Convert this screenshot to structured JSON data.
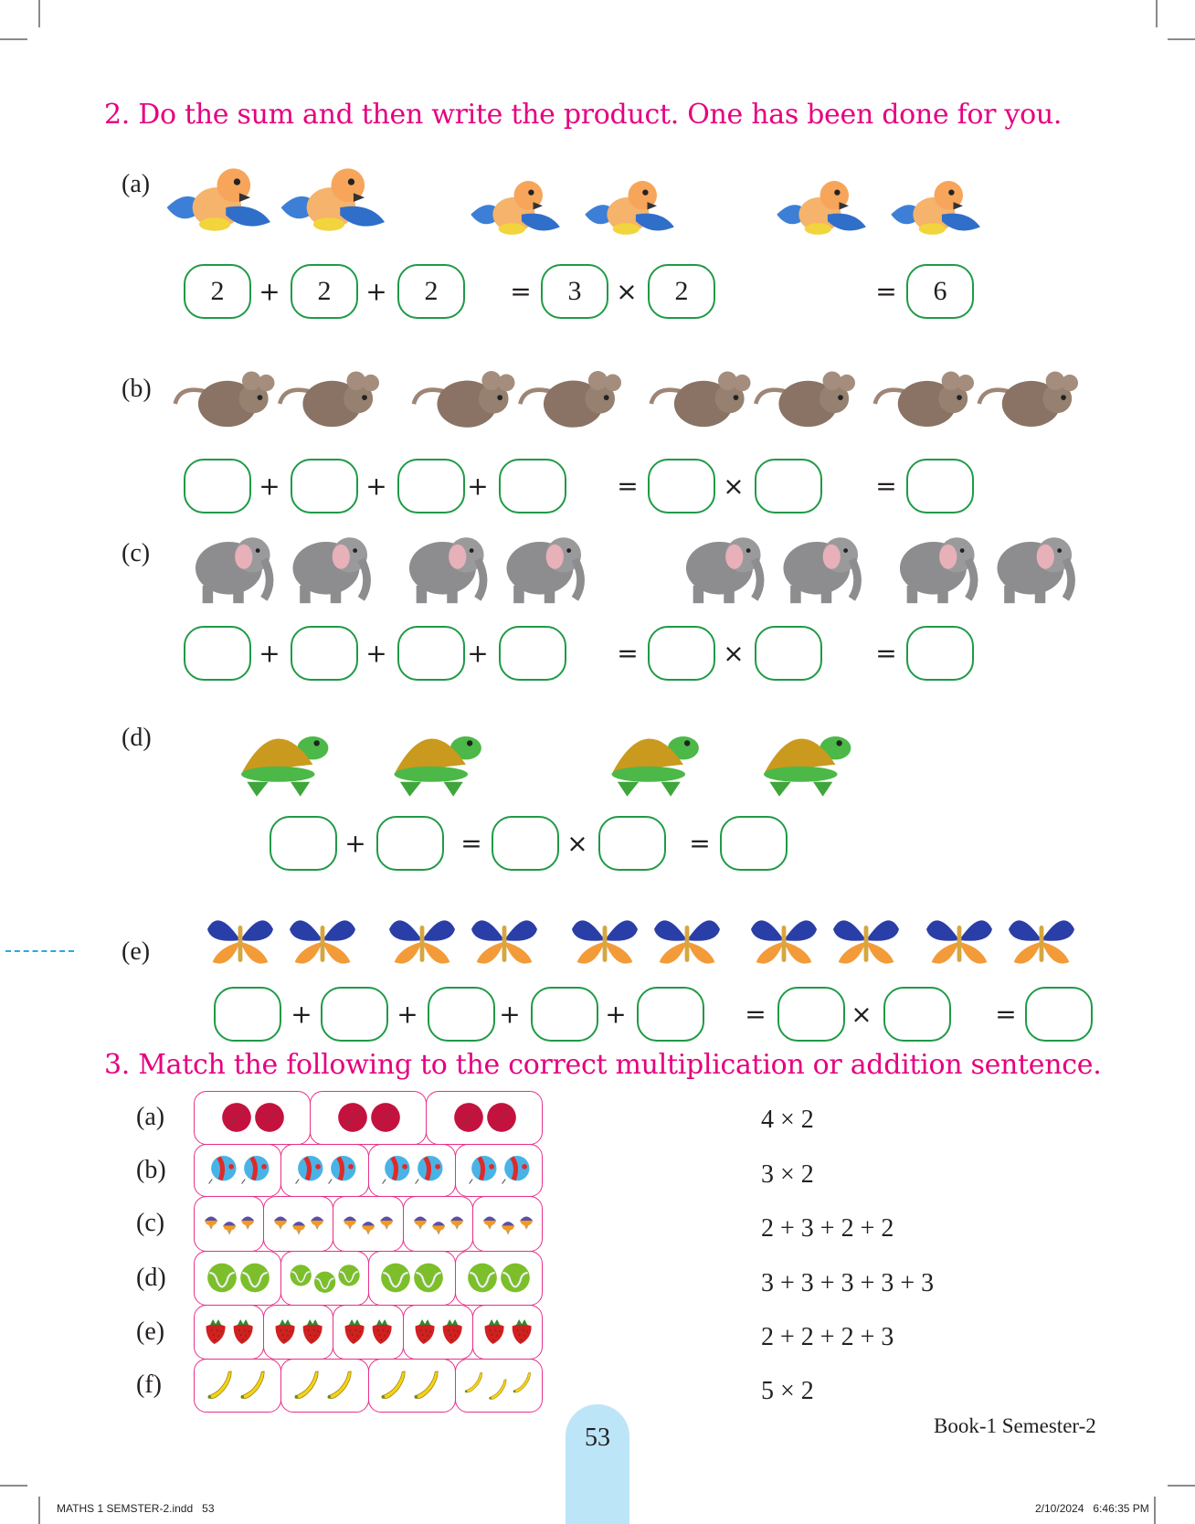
{
  "q2": {
    "title": "2. Do the sum and then write the product. One has been done for you.",
    "rows": [
      {
        "label": "(a)",
        "picture": "bird-icon",
        "groups": [
          2,
          2,
          2
        ],
        "items": [
          {
            "t": "box",
            "v": "2"
          },
          {
            "t": "op",
            "v": "+"
          },
          {
            "t": "box",
            "v": "2"
          },
          {
            "t": "op",
            "v": "+"
          },
          {
            "t": "box",
            "v": "2"
          },
          {
            "t": "op",
            "v": "="
          },
          {
            "t": "box",
            "v": "3"
          },
          {
            "t": "op",
            "v": "×"
          },
          {
            "t": "box",
            "v": "2"
          },
          {
            "t": "op",
            "v": "="
          },
          {
            "t": "box",
            "v": "6"
          }
        ]
      },
      {
        "label": "(b)",
        "picture": "mouse-icon",
        "groups": [
          2,
          2,
          2,
          2
        ],
        "items": [
          {
            "t": "box",
            "v": ""
          },
          {
            "t": "op",
            "v": "+"
          },
          {
            "t": "box",
            "v": ""
          },
          {
            "t": "op",
            "v": "+"
          },
          {
            "t": "box",
            "v": ""
          },
          {
            "t": "op",
            "v": "+"
          },
          {
            "t": "box",
            "v": ""
          },
          {
            "t": "op",
            "v": "="
          },
          {
            "t": "box",
            "v": ""
          },
          {
            "t": "op",
            "v": "×"
          },
          {
            "t": "box",
            "v": ""
          },
          {
            "t": "op",
            "v": "="
          },
          {
            "t": "box",
            "v": ""
          }
        ]
      },
      {
        "label": "(c)",
        "picture": "elephant-icon",
        "groups": [
          2,
          2,
          2,
          2
        ],
        "items": [
          {
            "t": "box",
            "v": ""
          },
          {
            "t": "op",
            "v": "+"
          },
          {
            "t": "box",
            "v": ""
          },
          {
            "t": "op",
            "v": "+"
          },
          {
            "t": "box",
            "v": ""
          },
          {
            "t": "op",
            "v": "+"
          },
          {
            "t": "box",
            "v": ""
          },
          {
            "t": "op",
            "v": "="
          },
          {
            "t": "box",
            "v": ""
          },
          {
            "t": "op",
            "v": "×"
          },
          {
            "t": "box",
            "v": ""
          },
          {
            "t": "op",
            "v": "="
          },
          {
            "t": "box",
            "v": ""
          }
        ]
      },
      {
        "label": "(d)",
        "picture": "turtle-icon",
        "groups": [
          2,
          2
        ],
        "items": [
          {
            "t": "box",
            "v": ""
          },
          {
            "t": "op",
            "v": "+"
          },
          {
            "t": "box",
            "v": ""
          },
          {
            "t": "op",
            "v": "="
          },
          {
            "t": "box",
            "v": ""
          },
          {
            "t": "op",
            "v": "×"
          },
          {
            "t": "box",
            "v": ""
          },
          {
            "t": "op",
            "v": "="
          },
          {
            "t": "box",
            "v": ""
          }
        ]
      },
      {
        "label": "(e)",
        "picture": "butterfly-icon",
        "groups": [
          2,
          2,
          2,
          2,
          2
        ],
        "items": [
          {
            "t": "box",
            "v": ""
          },
          {
            "t": "op",
            "v": "+"
          },
          {
            "t": "box",
            "v": ""
          },
          {
            "t": "op",
            "v": "+"
          },
          {
            "t": "box",
            "v": ""
          },
          {
            "t": "op",
            "v": "+"
          },
          {
            "t": "box",
            "v": ""
          },
          {
            "t": "op",
            "v": "+"
          },
          {
            "t": "box",
            "v": ""
          },
          {
            "t": "op",
            "v": "="
          },
          {
            "t": "box",
            "v": ""
          },
          {
            "t": "op",
            "v": "×"
          },
          {
            "t": "box",
            "v": ""
          },
          {
            "t": "op",
            "v": "="
          },
          {
            "t": "box",
            "v": ""
          }
        ]
      }
    ]
  },
  "q3": {
    "title": "3. Match the following to the correct multiplication or addition sentence.",
    "rows": [
      {
        "label": "(a)",
        "picture": "cricket-ball-icon",
        "groups": [
          2,
          2,
          2
        ]
      },
      {
        "label": "(b)",
        "picture": "balloon-icon",
        "groups": [
          2,
          2,
          2,
          2
        ]
      },
      {
        "label": "(c)",
        "picture": "spinning-top-icon",
        "groups": [
          3,
          3,
          3,
          3,
          3
        ]
      },
      {
        "label": "(d)",
        "picture": "tennis-ball-icon",
        "groups": [
          2,
          3,
          2,
          2
        ]
      },
      {
        "label": "(e)",
        "picture": "strawberry-icon",
        "groups": [
          2,
          2,
          2,
          2,
          2
        ]
      },
      {
        "label": "(f)",
        "picture": "banana-icon",
        "groups": [
          2,
          2,
          2,
          3
        ]
      }
    ],
    "sentences": [
      "4 × 2",
      "3 × 2",
      "2 + 3 + 2 + 2",
      "3 + 3 + 3 + 3 + 3",
      "2 + 2 + 2 + 3",
      "5 × 2"
    ]
  },
  "footer": {
    "page_number": "53",
    "book": "Book-1 Semester-2",
    "file": "MATHS 1 SEMSTER-2.indd   53",
    "timestamp": "2/10/2024   6:46:35 PM"
  },
  "colors": {
    "heading": "#e6007e",
    "box_border": "#1f9a46",
    "cell_border": "#e8308a",
    "page_tab": "#bde5f8"
  }
}
